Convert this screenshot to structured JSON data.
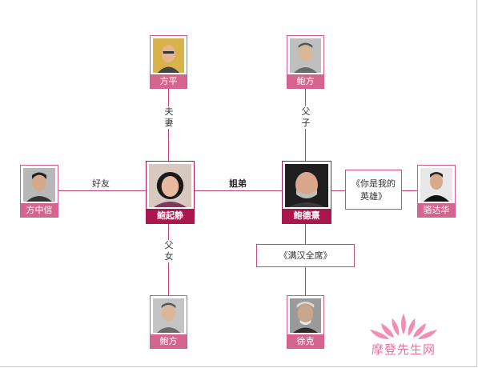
{
  "people": {
    "fang_ping": "方平",
    "bao_fang_top": "鲍方",
    "fang_zhongxin": "方中信",
    "bao_qijing": "鲍起静",
    "bao_dezhe": "鲍德熹",
    "luo_dahua": "骆达华",
    "bao_fang_bottom": "鲍方",
    "xu_ke": "徐克"
  },
  "relations": {
    "husband_wife_1": "夫",
    "husband_wife_2": "妻",
    "father_son_1": "父",
    "father_son_2": "子",
    "friend": "好友",
    "siblings": "姐弟",
    "father_daughter_1": "父",
    "father_daughter_2": "女"
  },
  "works": {
    "hero_line1": "《你是我的",
    "hero_line2": "英雄》",
    "feast": "《满汉全席》"
  },
  "watermark": {
    "text": "摩登先生网"
  },
  "colors": {
    "line": "#c0407a",
    "name_bg": "#d5658f",
    "main_name_bg": "#a8184e",
    "watermark": "#ee6fa0"
  }
}
